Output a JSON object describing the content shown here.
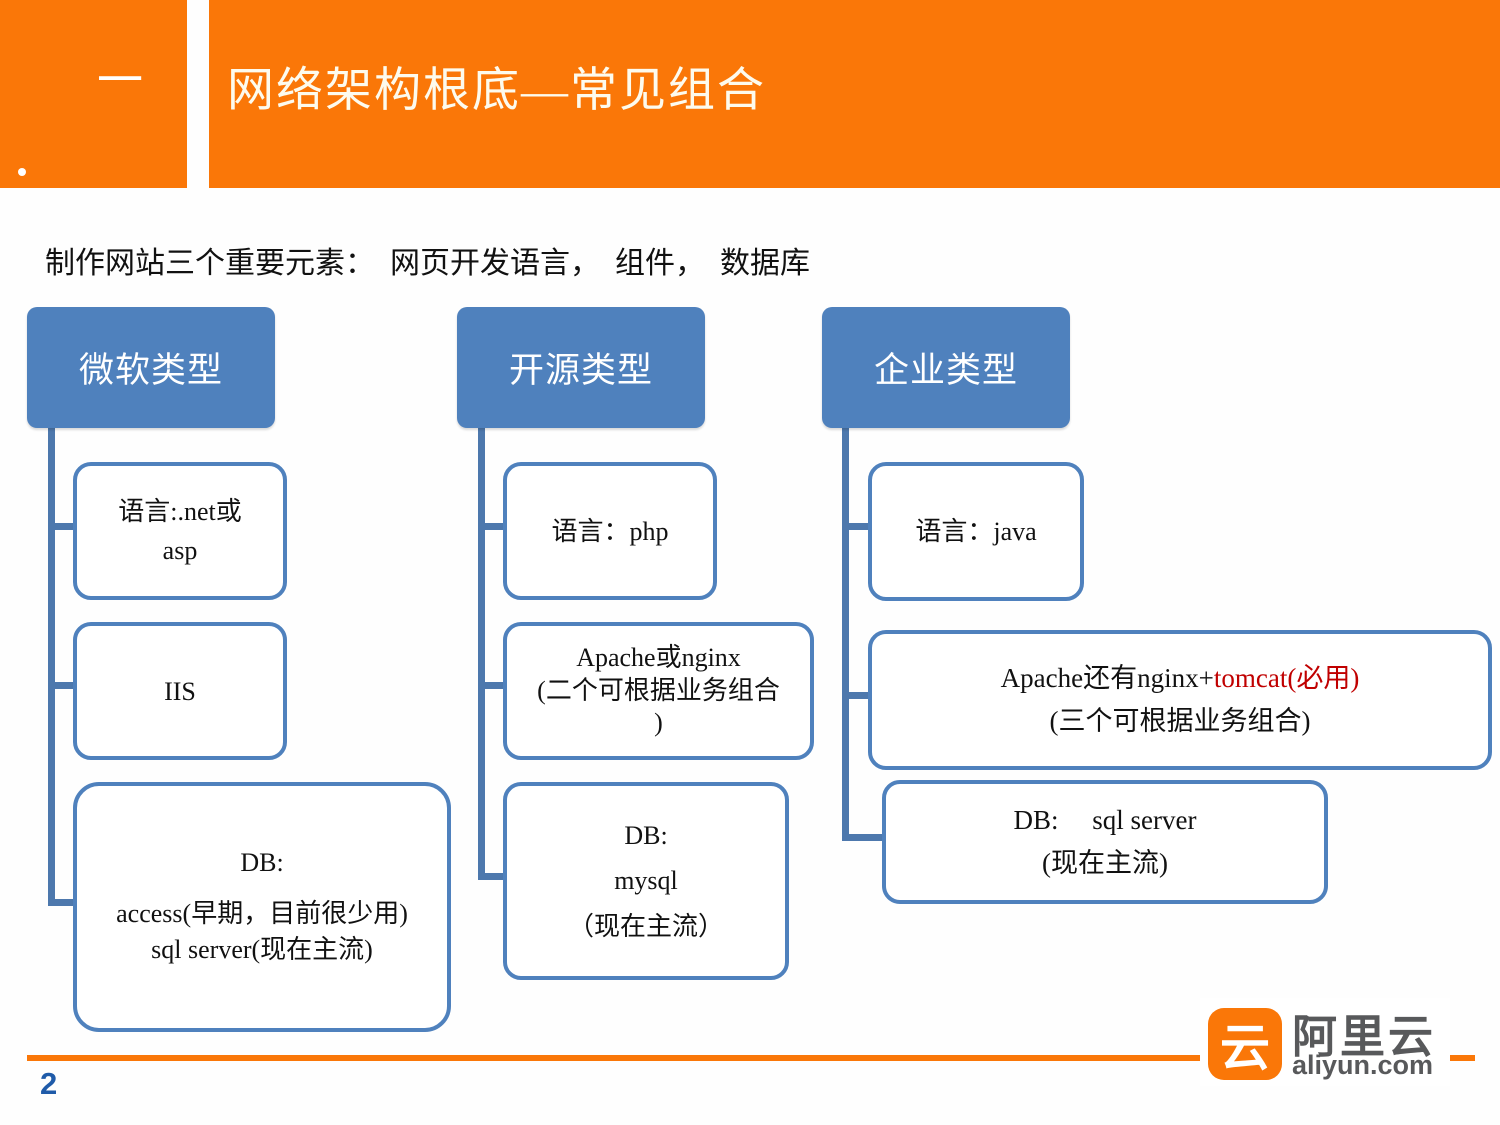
{
  "header": {
    "index_label": "一",
    "title": "网络架构根底—常见组合"
  },
  "subtitle": "制作网站三个重要元素：  网页开发语言，  组件，  数据库",
  "columns": [
    {
      "title": "微软类型",
      "children": [
        {
          "lines": [
            "语言:.net或",
            "asp"
          ]
        },
        {
          "lines": [
            "IIS"
          ]
        },
        {
          "lines": [
            "DB:",
            "access(早期，目前很少用)",
            "sql server(现在主流)"
          ]
        }
      ]
    },
    {
      "title": "开源类型",
      "children": [
        {
          "lines": [
            "语言：php"
          ]
        },
        {
          "lines": [
            "Apache或nginx",
            "(二个可根据业务组合",
            ")"
          ]
        },
        {
          "lines": [
            "DB:",
            "mysql",
            "（现在主流）"
          ]
        }
      ]
    },
    {
      "title": "企业类型",
      "children": [
        {
          "lines": [
            "语言：java"
          ]
        },
        {
          "line1_black": "Apache还有nginx+",
          "line1_red": "tomcat(必用)",
          "line2": "(三个可根据业务组合)"
        },
        {
          "lines": [
            "DB:     sql server",
            "(现在主流)"
          ]
        }
      ]
    }
  ],
  "footer": {
    "page_number": "2",
    "logo_glyph": "云",
    "logo_cn": "阿里云",
    "logo_domain": "aliyun.com"
  },
  "colors": {
    "orange": "#fa7708",
    "steelblue": "#4f81bd",
    "connector": "#4d78ad",
    "red": "#c00000",
    "pageblue": "#1f5ba9",
    "logogray": "#58595b"
  }
}
